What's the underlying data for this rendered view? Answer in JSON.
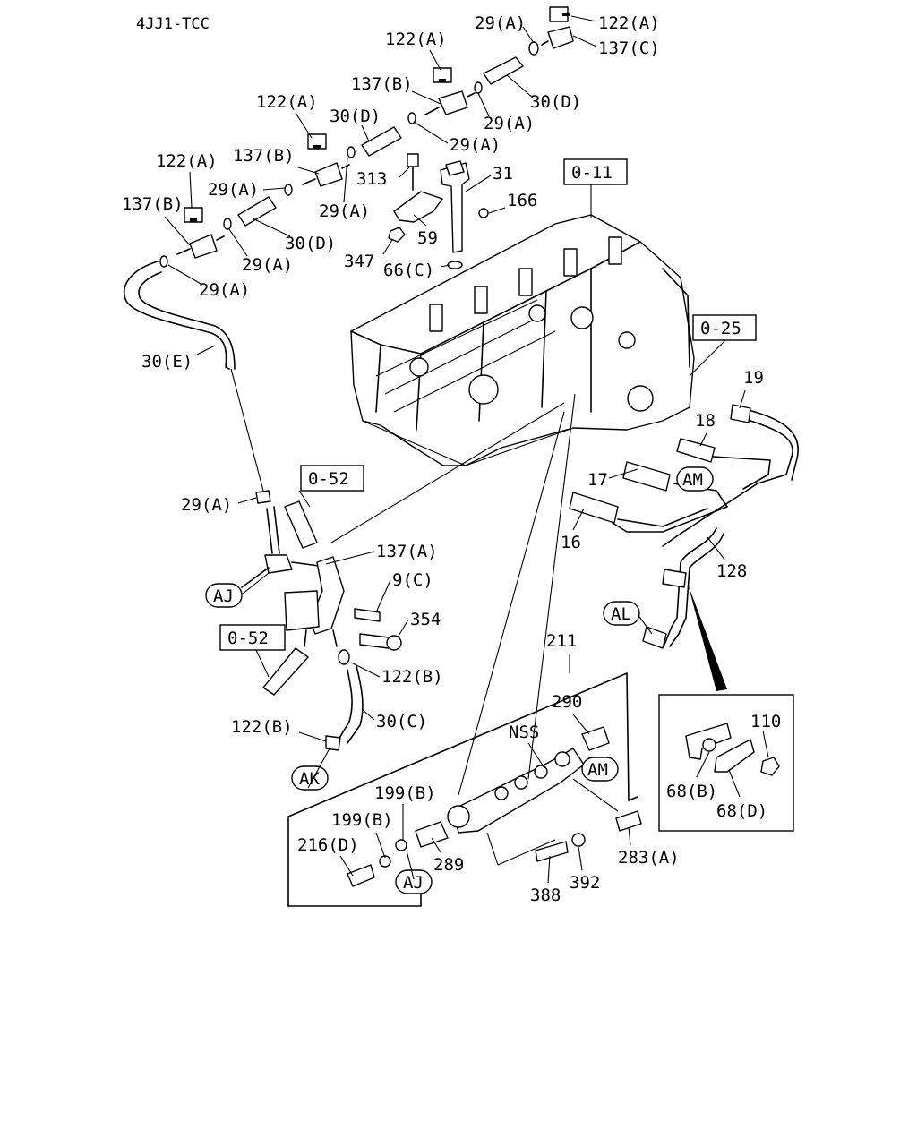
{
  "title": "4JJ1-TCC",
  "labels": {
    "l122a_1": "122(A)",
    "l29a_1": "29(A)",
    "l137c": "137(C)",
    "l122a_2": "122(A)",
    "l137b_1": "137(B)",
    "l30d_1": "30(D)",
    "l29a_2": "29(A)",
    "l122a_3": "122(A)",
    "l30d_2": "30(D)",
    "l29a_3": "29(A)",
    "l137b_2": "137(B)",
    "l122a_4": "122(A)",
    "l29a_4": "29(A)",
    "l313": "313",
    "l31": "31",
    "l166": "166",
    "l29a_5": "29(A)",
    "l137b_3": "137(B)",
    "l30d_3": "30(D)",
    "l59": "59",
    "l29a_6": "29(A)",
    "l347": "347",
    "l66c": "66(C)",
    "l29a_7": "29(A)",
    "l30e": "30(E)",
    "l19": "19",
    "l18": "18",
    "l17": "17",
    "l16": "16",
    "l128": "128",
    "l29a_8": "29(A)",
    "l137a": "137(A)",
    "l9c": "9(C)",
    "l354": "354",
    "l122b_1": "122(B)",
    "l30c": "30(C)",
    "l122b_2": "122(B)",
    "l211": "211",
    "l290": "290",
    "lnss": "NSS",
    "l110": "110",
    "l68b": "68(B)",
    "l68d": "68(D)",
    "l199b_1": "199(B)",
    "l199b_2": "199(B)",
    "l216d": "216(D)",
    "l289": "289",
    "l283a": "283(A)",
    "l388": "388",
    "l392": "392"
  },
  "refs": {
    "r011": "0-11",
    "r025": "0-25",
    "r052_1": "0-52",
    "r052_2": "0-52"
  },
  "tags": {
    "am_1": "AM",
    "am_2": "AM",
    "aj_1": "AJ",
    "aj_2": "AJ",
    "al": "AL",
    "ak": "AK"
  }
}
